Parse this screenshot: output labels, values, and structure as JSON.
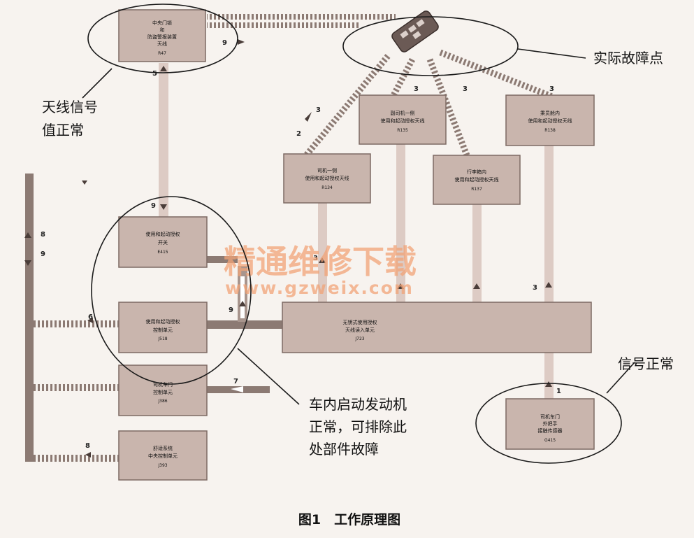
{
  "boxes": {
    "r47": {
      "title": [
        "中央门锁",
        "和",
        "防盗警报装置",
        "天线"
      ],
      "code": "R47"
    },
    "e415": {
      "title": [
        "使用和起动授权",
        "开关"
      ],
      "code": "E415"
    },
    "j518": {
      "title": [
        "使用和起动授权",
        "控制单元"
      ],
      "code": "J518"
    },
    "j386": {
      "title": [
        "司机车门",
        "控制单元"
      ],
      "code": "J386"
    },
    "j393": {
      "title": [
        "舒适系统",
        "中央控制单元"
      ],
      "code": "J393"
    },
    "j723": {
      "title": [
        "无钥式使用授权",
        "天线读入单元"
      ],
      "code": "J723"
    },
    "r134": {
      "title": [
        "司机一侧",
        "使用和起动授权天线"
      ],
      "code": "R134"
    },
    "r135": {
      "title": [
        "副司机一侧",
        "使用和起动授权天线"
      ],
      "code": "R135"
    },
    "r137": {
      "title": [
        "行李箱内",
        "使用和起动授权天线"
      ],
      "code": "R137"
    },
    "r138": {
      "title": [
        "乘员舱内",
        "使用和起动授权天线"
      ],
      "code": "R138"
    },
    "g415": {
      "title": [
        "司机车门",
        "外把手",
        "接触传感器"
      ],
      "code": "G415"
    }
  },
  "numbers": {
    "n9_top": "9",
    "n5": "5",
    "n9_mid": "9",
    "n8_left": "8",
    "n9_left": "9",
    "n6": "6",
    "n9_center": "9",
    "n7": "7",
    "n8_bottom": "8",
    "n3_a": "3",
    "n2": "2",
    "n3_b": "3",
    "n3_c": "3",
    "n3_d": "3",
    "n3_e": "3",
    "n3_f": "3",
    "n1": "1"
  },
  "annotations": {
    "fault_point": "实际故障点",
    "antenna_ok": [
      "天线信号",
      "值正常"
    ],
    "engine_ok": [
      "车内启动发动机",
      "正常，可排除此",
      "处部件故障"
    ],
    "signal_ok": "信号正常"
  },
  "watermark": {
    "cn": "精通维修下载",
    "url": "www.gzweix.com"
  },
  "caption": "图1　工作原理图",
  "colors": {
    "box_fill": "#c9b5ad",
    "box_stroke": "#7d6a64",
    "bus": "#8c7a73",
    "link": "#d9c8c1",
    "watermark": "#f2a477"
  }
}
